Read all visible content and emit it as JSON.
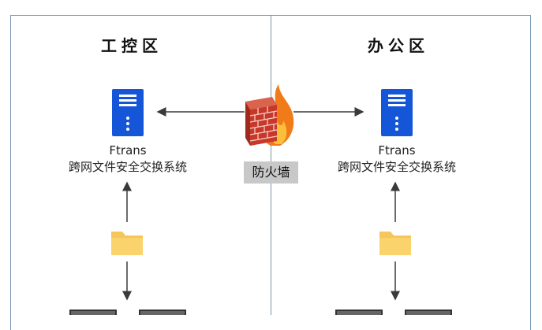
{
  "zones": {
    "left": {
      "title": "工控区"
    },
    "right": {
      "title": "办公区"
    }
  },
  "server": {
    "name": "Ftrans",
    "description": "跨网文件安全交换系统"
  },
  "firewall": {
    "label": "防火墙"
  },
  "icons": {
    "server": "server-icon",
    "firewall": "firewall-icon",
    "folder": "folder-icon",
    "workstation": "workstation-icon"
  },
  "colors": {
    "border": "#7a96b3",
    "server": "#1556d8",
    "folder": "#f5c65a",
    "arrow": "#3a3a3a",
    "label_bg": "#c8c8c8"
  }
}
